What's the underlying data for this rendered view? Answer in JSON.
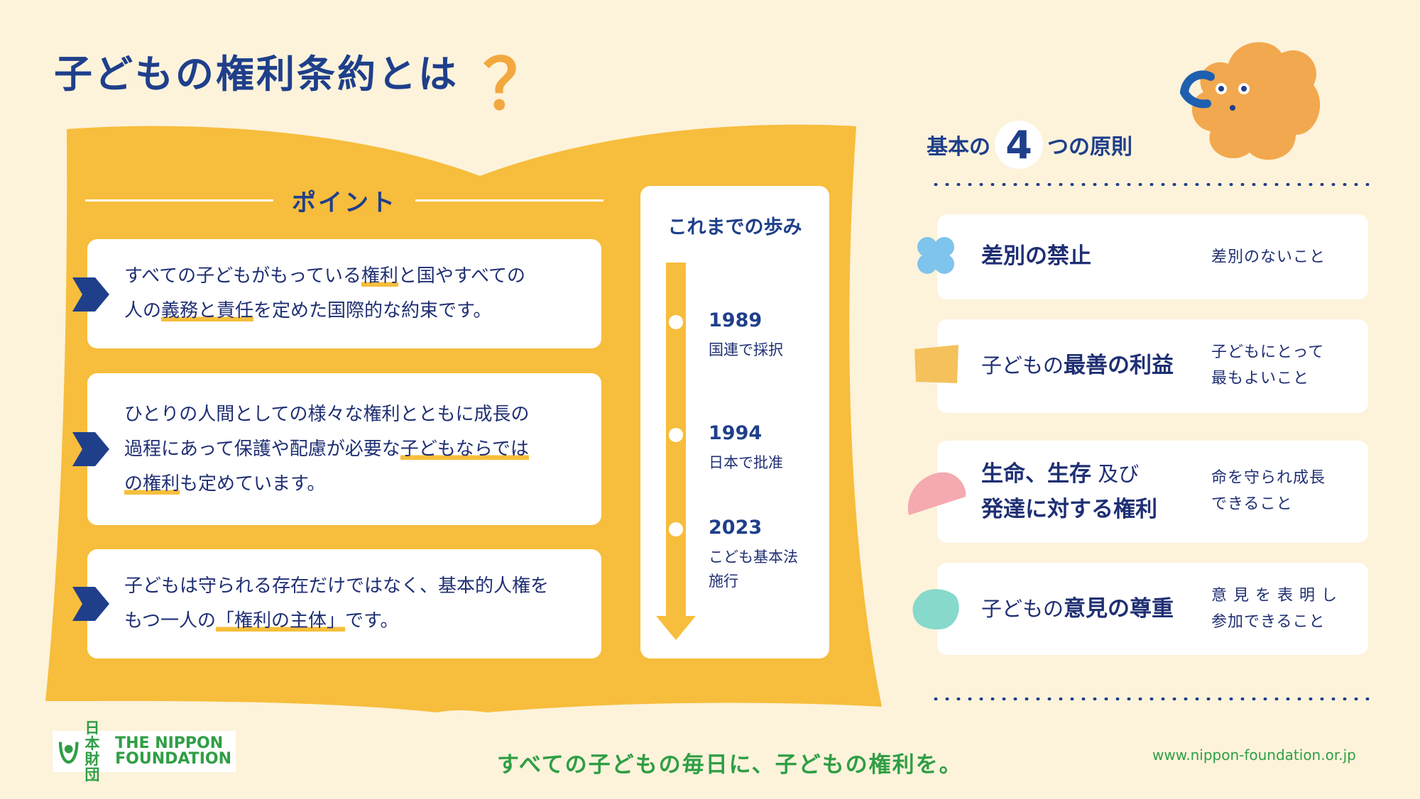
{
  "header": {
    "title": "子どもの権利条約とは",
    "question_mark": "？"
  },
  "points_section": {
    "label": "ポイント",
    "items": [
      {
        "lines": [
          [
            {
              "t": "すべての子どもがもっている",
              "h": false
            },
            {
              "t": "権利",
              "h": true
            },
            {
              "t": "と国やすべての",
              "h": false
            }
          ],
          [
            {
              "t": "人の",
              "h": false
            },
            {
              "t": "義務と責任",
              "h": true
            },
            {
              "t": "を定めた国際的な約束です。",
              "h": false
            }
          ]
        ]
      },
      {
        "lines": [
          [
            {
              "t": "ひとりの人間としての様々な権利とともに成長の",
              "h": false
            }
          ],
          [
            {
              "t": "過程にあって保護や配慮が必要な",
              "h": false
            },
            {
              "t": "子どもならでは",
              "h": true
            }
          ],
          [
            {
              "t": "の権利",
              "h": true
            },
            {
              "t": "も定めています。",
              "h": false
            }
          ]
        ]
      },
      {
        "lines": [
          [
            {
              "t": "子どもは守られる存在だけではなく、基本的人権を",
              "h": false
            }
          ],
          [
            {
              "t": "もつ一人の",
              "h": false
            },
            {
              "t": "「権利の主体」",
              "h": true
            },
            {
              "t": "です。",
              "h": false
            }
          ]
        ]
      }
    ]
  },
  "timeline": {
    "title": "これまでの歩み",
    "events": [
      {
        "year": "1989",
        "desc": "国連で採択"
      },
      {
        "year": "1994",
        "desc": "日本で批准"
      },
      {
        "year": "2023",
        "desc": "こども基本法\n施行"
      }
    ]
  },
  "principles": {
    "heading_before": "基本の",
    "number": "4",
    "heading_after": "つの原則",
    "items": [
      {
        "title_plain": "",
        "title_bold": "差別の禁止",
        "title_line2": "",
        "desc": "差別のないこと",
        "shape": "blue-cross",
        "color": "#7fc4ec"
      },
      {
        "title_plain": "子どもの",
        "title_bold": "最善の利益",
        "title_line2": "",
        "desc": "子どもにとって\n最もよいこと",
        "shape": "yellow-square",
        "color": "#f4c15d"
      },
      {
        "title_plain": "",
        "title_bold": "生命、生存",
        "title_plain2": "及び",
        "title_line2": "発達に対する権利",
        "desc": "命を守られ成長\nできること",
        "shape": "pink-semicircle",
        "color": "#f5a9b0"
      },
      {
        "title_plain": "子どもの",
        "title_bold": "意見の尊重",
        "title_line2": "",
        "desc": "意 見 を 表 明 し\n参加できること",
        "shape": "mint-blob",
        "color": "#86d9cb"
      }
    ]
  },
  "footer": {
    "logo_jp_top": "日本",
    "logo_jp_bottom": "財団",
    "logo_en_top": "THE NIPPON",
    "logo_en_bottom": "FOUNDATION",
    "slogan": "すべての子どもの毎日に、子どもの権利を。",
    "url": "www.nippon-foundation.or.jp"
  },
  "colors": {
    "background": "#fdf3db",
    "book": "#f7bd3c",
    "navy": "#1f3f8b",
    "green": "#2f9e44",
    "mascot": "#f2a84e"
  },
  "icons": [
    "question-mark-icon",
    "chevron-right-icon",
    "timeline-arrow-icon",
    "mascot-character-icon",
    "nippon-foundation-logo-icon"
  ]
}
